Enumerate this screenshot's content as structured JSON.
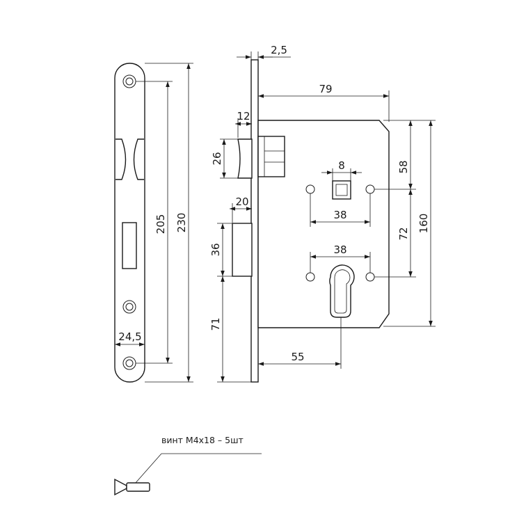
{
  "dimensions": {
    "strike_length": "230",
    "strike_hole_spacing": "205",
    "strike_width": "24,5",
    "faceplate_thickness": "2,5",
    "backset_body": "79",
    "latch_projection": "12",
    "latch_height": "26",
    "deadbolt_projection": "20",
    "deadbolt_height": "36",
    "deadbolt_offset": "71",
    "spindle_square": "8",
    "handle_screw_spacing": "38",
    "cylinder_screw_spacing": "38",
    "upper_offset": "58",
    "center_distance": "72",
    "body_height": "160",
    "backset": "55"
  },
  "screw_note": "винт М4х18 – 5шт"
}
